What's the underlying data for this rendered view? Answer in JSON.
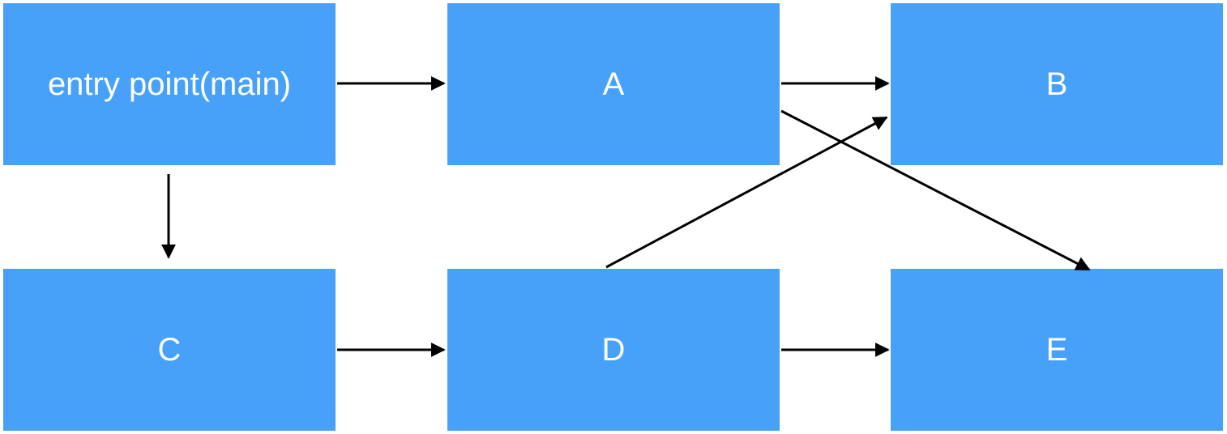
{
  "nodes": {
    "main": {
      "label": "entry point(main)"
    },
    "a": {
      "label": "A"
    },
    "b": {
      "label": "B"
    },
    "c": {
      "label": "C"
    },
    "d": {
      "label": "D"
    },
    "e": {
      "label": "E"
    }
  },
  "edges": [
    {
      "from": "entry point(main)",
      "to": "A"
    },
    {
      "from": "entry point(main)",
      "to": "C"
    },
    {
      "from": "A",
      "to": "B"
    },
    {
      "from": "A",
      "to": "E"
    },
    {
      "from": "C",
      "to": "D"
    },
    {
      "from": "D",
      "to": "B"
    },
    {
      "from": "D",
      "to": "E"
    }
  ],
  "colors": {
    "node_fill": "#48a1f8",
    "node_text": "#ffffff",
    "edge": "#000000",
    "background": "#ffffff"
  }
}
